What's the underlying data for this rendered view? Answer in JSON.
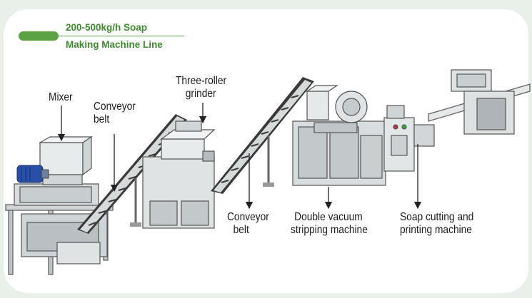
{
  "header": {
    "title_line1": "200-500kg/h Soap",
    "title_line2": "Making Machine Line"
  },
  "labels": {
    "mixer": "Mixer",
    "conveyor1_line1": "Conveyor",
    "conveyor1_line2": "belt",
    "grinder_line1": "Three-roller",
    "grinder_line2": "grinder",
    "conveyor2_line1": "Conveyor",
    "conveyor2_line2": "belt",
    "vacuum_line1": "Double vacuum",
    "vacuum_line2": "stripping machine",
    "cutting_line1": "Soap cutting and",
    "cutting_line2": "printing machine"
  },
  "colors": {
    "accent": "#5aa243",
    "title": "#3e8b2f",
    "motor": "#2a4fa8",
    "belt": "#3a3a3a"
  }
}
